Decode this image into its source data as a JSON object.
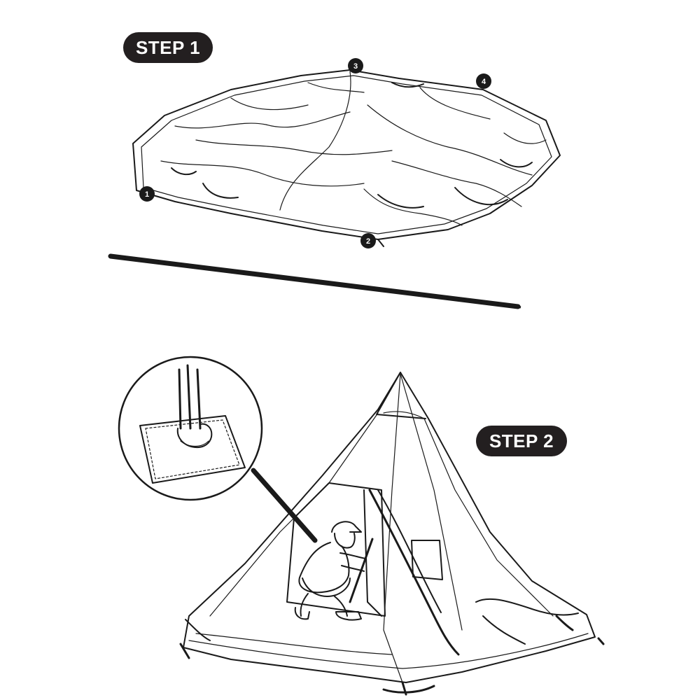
{
  "steps": {
    "step1_label": "STEP 1",
    "step2_label": "STEP 2"
  },
  "corner_markers": [
    "1",
    "2",
    "3",
    "4"
  ],
  "colors": {
    "ink": "#1a1a1a",
    "pill_background": "#231f20",
    "pill_text": "#ffffff",
    "background": "#ffffff"
  },
  "icons": {
    "marker": "numbered-circle",
    "pole": "tent-pole",
    "detail": "magnified-pole-base"
  }
}
